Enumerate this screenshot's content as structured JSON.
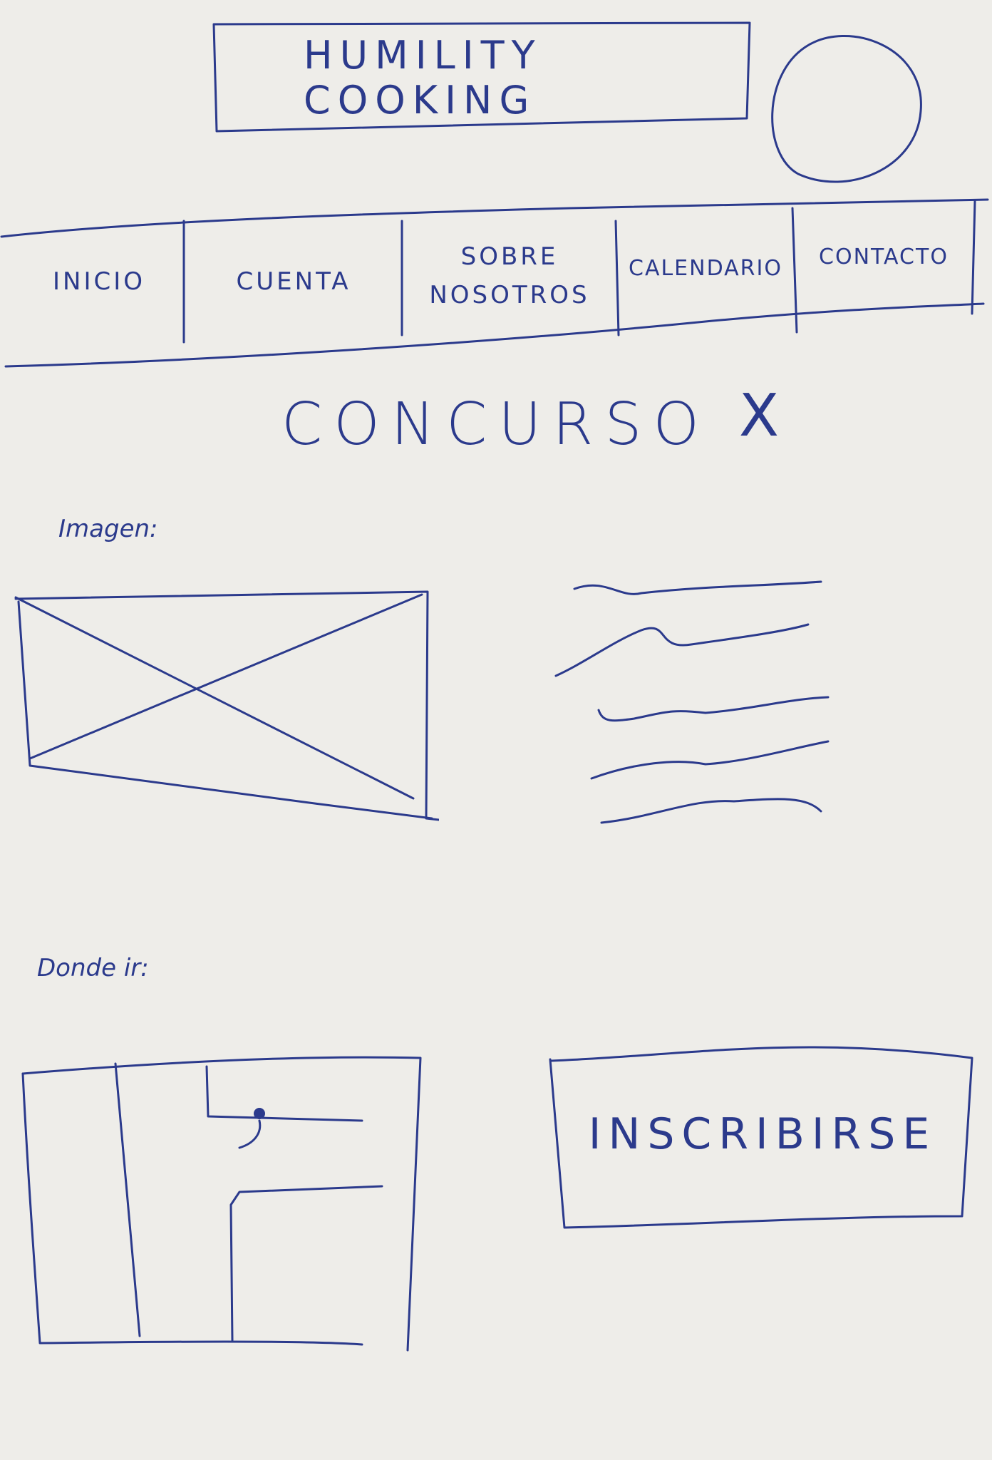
{
  "header": {
    "title": "HUMILITY COOKING",
    "logo_icon": "circle-logo-placeholder"
  },
  "nav": {
    "items": [
      {
        "label": "INICIO"
      },
      {
        "label": "CUENTA"
      },
      {
        "label": "SOBRE\nNOSOTROS"
      },
      {
        "label": "CALENDARIO"
      },
      {
        "label": "CONTACTO"
      }
    ]
  },
  "contest": {
    "title": "CONCURSO",
    "close_glyph": "X"
  },
  "image_section": {
    "label": "Imagen:",
    "placeholder_icon": "image-placeholder-icon"
  },
  "location_section": {
    "label": "Donde ir:",
    "map_icon": "map-icon"
  },
  "signup": {
    "label": "INSCRIBIRSE"
  },
  "colors": {
    "ink": "#2b3a8c",
    "paper": "#eeede9"
  }
}
